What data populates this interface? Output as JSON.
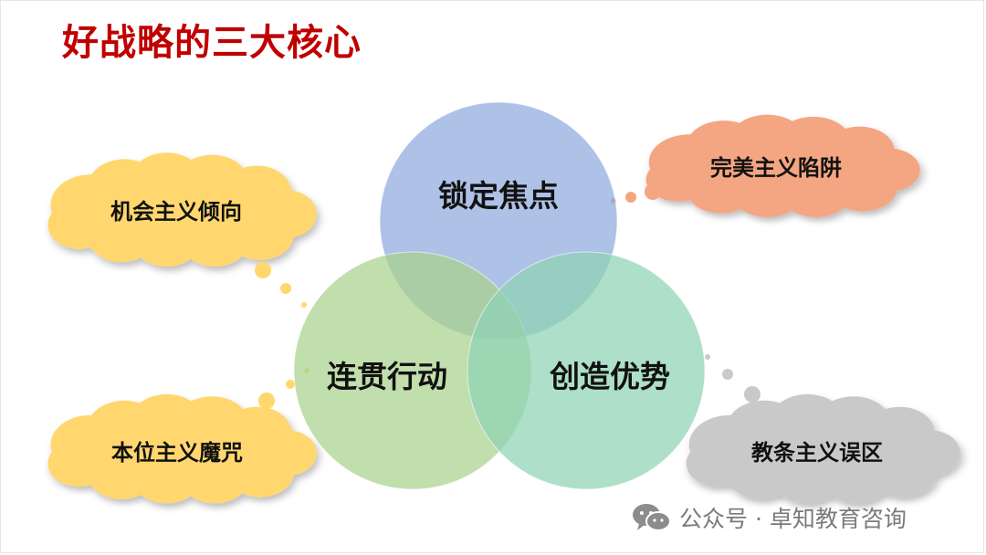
{
  "title": "好战略的三大核心",
  "circles": [
    {
      "label": "锁定焦点",
      "color": "#8fa9dc"
    },
    {
      "label": "连贯行动",
      "color": "#a9d18e"
    },
    {
      "label": "创造优势",
      "color": "#8ed2b4"
    }
  ],
  "clouds": [
    {
      "label": "机会主义倾向",
      "color": "#ffd76e"
    },
    {
      "label": "完美主义陷阱",
      "color": "#f4a582"
    },
    {
      "label": "本位主义魔咒",
      "color": "#ffd76e"
    },
    {
      "label": "教条主义误区",
      "color": "#c9c9c9"
    }
  ],
  "watermark": {
    "text": "公众号 · 卓知教育咨询",
    "icon": "wechat-icon"
  }
}
